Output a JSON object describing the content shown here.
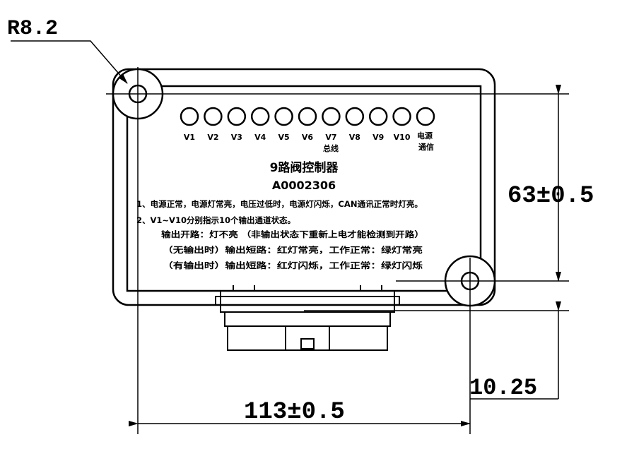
{
  "dimensions": {
    "radius": "R8.2",
    "height": "63±0.5",
    "width": "113±0.5",
    "offset": "10.25"
  },
  "leds": [
    "V1",
    "V2",
    "V3",
    "V4",
    "V5",
    "V6",
    "V7",
    "V8",
    "V9",
    "V10"
  ],
  "power_label_1": "电源",
  "power_label_2": "通信",
  "bus_label": "总线",
  "title": "9路阀控制器",
  "part_number": "A0002306",
  "notes": [
    "1、电源正常，电源灯常亮，电压过低时，电源灯闪烁，CAN通讯正常时灯亮。",
    "2、V1~V10分别指示10个输出通道状态。",
    "输出开路：灯不亮 （非输出状态下重新上电才能检测到开路）",
    "（无输出时）输出短路：红灯常亮，工作正常：绿灯常亮",
    "（有输出时）输出短路：红灯闪烁，工作正常：绿灯闪烁"
  ],
  "colors": {
    "line": "#000000",
    "background": "#ffffff"
  }
}
